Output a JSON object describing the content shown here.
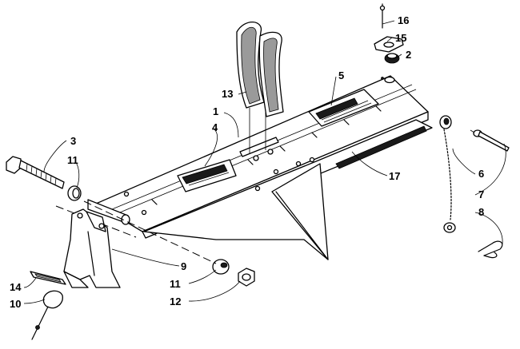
{
  "diagram": {
    "callouts": {
      "c1": "1",
      "c2": "2",
      "c3": "3",
      "c4": "4",
      "c5": "5",
      "c6": "6",
      "c7": "7",
      "c8": "8",
      "c9": "9",
      "c10": "10",
      "c11a": "11",
      "c11b": "11",
      "c12": "12",
      "c13": "13",
      "c14": "14",
      "c15": "15",
      "c16": "16",
      "c17": "17"
    }
  }
}
